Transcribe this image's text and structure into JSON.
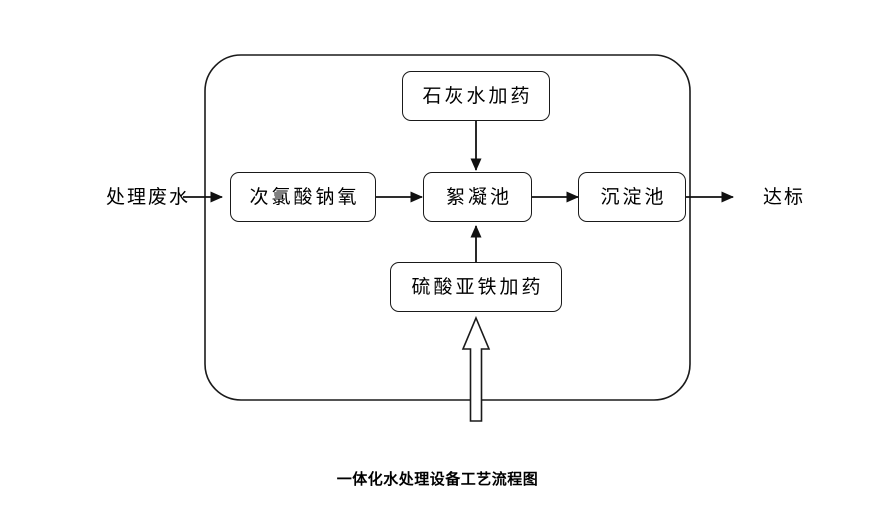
{
  "diagram": {
    "type": "process-flow-diagram",
    "caption": "一体化水处理设备工艺流程图",
    "container": {
      "name": "integrated-equipment-boundary",
      "shape": "rounded-rectangle",
      "stroke_color": "#1a1a1a"
    },
    "nodes": [
      {
        "id": "sodium-hypochlorite-oxidation",
        "label": "次氯酸钠氧",
        "shape": "rounded-rectangle"
      },
      {
        "id": "lime-water-dosing",
        "label": "石灰水加药",
        "shape": "rounded-rectangle"
      },
      {
        "id": "flocculation-tank",
        "label": "絮凝池",
        "shape": "rounded-rectangle"
      },
      {
        "id": "ferrous-sulfate-dosing",
        "label": "硫酸亚铁加药",
        "shape": "rounded-rectangle"
      },
      {
        "id": "sedimentation-tank",
        "label": "沉淀池",
        "shape": "rounded-rectangle"
      }
    ],
    "labels": [
      {
        "id": "inlet-label",
        "label": "处理废水"
      },
      {
        "id": "outlet-label",
        "label": "达标"
      }
    ],
    "edges": [
      {
        "from": "inlet-label",
        "to": "sodium-hypochlorite-oxidation",
        "direction": "right",
        "style": "solid-arrow"
      },
      {
        "from": "sodium-hypochlorite-oxidation",
        "to": "flocculation-tank",
        "direction": "right",
        "style": "solid-arrow"
      },
      {
        "from": "lime-water-dosing",
        "to": "flocculation-tank",
        "direction": "down",
        "style": "solid-arrow"
      },
      {
        "from": "ferrous-sulfate-dosing",
        "to": "flocculation-tank",
        "direction": "up",
        "style": "solid-arrow"
      },
      {
        "from": "flocculation-tank",
        "to": "sedimentation-tank",
        "direction": "right",
        "style": "solid-arrow"
      },
      {
        "from": "sedimentation-tank",
        "to": "outlet-label",
        "direction": "right",
        "style": "solid-arrow"
      },
      {
        "from": "external-feed",
        "to": "integrated-equipment-boundary",
        "direction": "up",
        "style": "hollow-block-arrow"
      }
    ]
  },
  "colors": {
    "stroke": "#1a1a1a",
    "text": "#000000",
    "background": "#ffffff"
  }
}
